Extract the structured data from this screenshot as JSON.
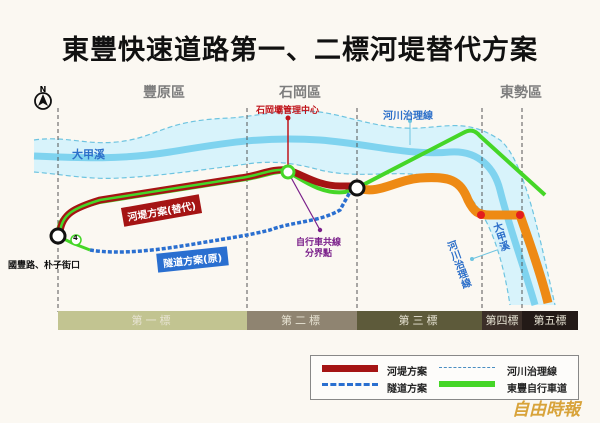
{
  "title": "東豐快速道路第一、二標河堤替代方案",
  "compass": {
    "label": "N",
    "icon": "north-arrow-icon"
  },
  "districts": [
    {
      "name": "豐原區"
    },
    {
      "name": "石岡區"
    },
    {
      "name": "東勢區"
    }
  ],
  "rivers": {
    "main_river_label": "大甲溪",
    "lower_river_label": "大甲溪",
    "boundary_label_top": "河川治理線",
    "boundary_label_side": "河川治理線"
  },
  "landmarks": {
    "management_center": "石岡壩管理中心",
    "bike_split_point_line1": "自行車共線",
    "bike_split_point_line2": "分界點",
    "start_junction": "國豐路、朴子街口",
    "route_shield": "4"
  },
  "route_labels": {
    "levee": "河堤方案(替代)",
    "tunnel": "隧道方案(原)"
  },
  "segments": [
    {
      "label": "第一標",
      "color": "#c2c491"
    },
    {
      "label": "第二標",
      "color": "#8f8471"
    },
    {
      "label": "第三標",
      "color": "#5d5a3a"
    },
    {
      "label": "第四標",
      "color": "#3b2e28"
    },
    {
      "label": "第五標",
      "color": "#231a17"
    }
  ],
  "legend": {
    "levee": "河堤方案",
    "tunnel": "隧道方案",
    "river_boundary": "河川治理線",
    "bikeway": "東豐自行車道"
  },
  "colors": {
    "levee": "#a51414",
    "tunnel": "#2a6fd0",
    "bikeway": "#45d627",
    "existing_road": "#ee8a14",
    "river": "#7fd3ef",
    "river_zone": "#d8f3fb",
    "boundary": "#6ec4e0",
    "management": "#c0141b",
    "split_point": "#7a1f8a"
  },
  "brand": "自由時報"
}
